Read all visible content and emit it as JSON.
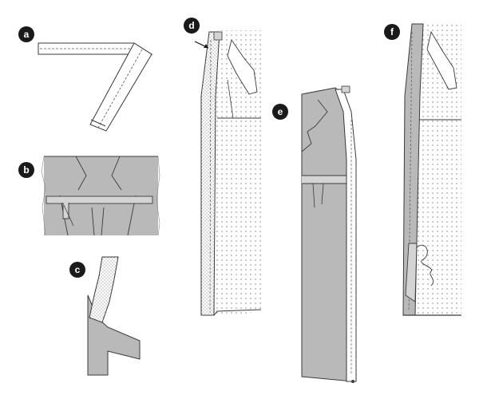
{
  "steps": [
    {
      "id": "a",
      "label": "a"
    },
    {
      "id": "b",
      "label": "b"
    },
    {
      "id": "c",
      "label": "c"
    },
    {
      "id": "d",
      "label": "d"
    },
    {
      "id": "e",
      "label": "e"
    },
    {
      "id": "f",
      "label": "f"
    }
  ],
  "colors": {
    "fabric_gray": "#b9b9b9",
    "fabric_light": "#d4d4d4",
    "outline": "#3a3a3a",
    "badge": "#1a1a1a",
    "background": "#ffffff"
  }
}
